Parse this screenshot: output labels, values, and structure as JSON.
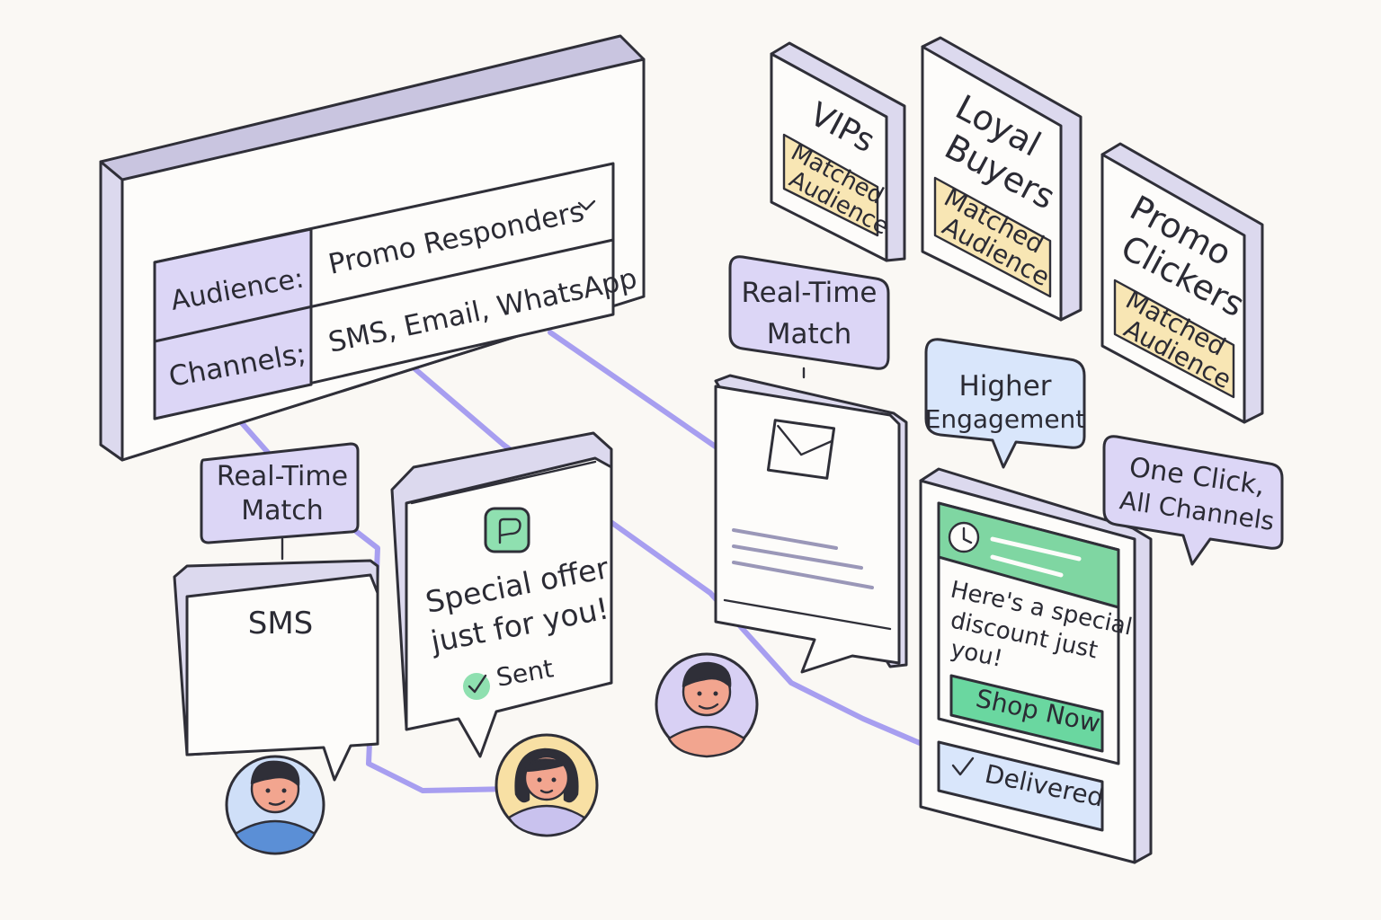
{
  "settings_panel": {
    "audience_label": "Audience:",
    "audience_value": "Promo Responders",
    "dropdown_icon": "chevron-down-icon",
    "channels_label": "Channels;",
    "channels_value": "SMS, Email, WhatsApp"
  },
  "segments": [
    {
      "name_line1": "VIPs",
      "name_line2": "",
      "badge_line1": "Matched",
      "badge_line2": "Audience"
    },
    {
      "name_line1": "Loyal",
      "name_line2": "Buyers",
      "badge_line1": "Matched",
      "badge_line2": "Audience"
    },
    {
      "name_line1": "Promo",
      "name_line2": "Clickers",
      "badge_line1": "Matched",
      "badge_line2": "Audience"
    }
  ],
  "tags": {
    "realtime_left": {
      "line1": "Real-Time",
      "line2": "Match"
    },
    "realtime_center": {
      "line1": "Real-Time",
      "line2": "Match"
    },
    "higher_engagement": {
      "line1": "Higher",
      "line2": "Engagement"
    },
    "one_click": {
      "line1": "One Click,",
      "line2": "All Channels"
    }
  },
  "sms_card": {
    "title": "SMS"
  },
  "whatsapp_card": {
    "icon": "chat-app-icon",
    "message_line1": "Special offer",
    "message_line2": "just for you!",
    "status_icon": "check-circle-icon",
    "status": "Sent"
  },
  "email_card": {
    "icon": "envelope-icon"
  },
  "push_card": {
    "icon": "clock-icon",
    "message_line1": "Here's a special",
    "message_line2": "discount just",
    "message_line3": "you!",
    "cta": "Shop Now",
    "status_icon": "checkmark-icon",
    "status": "Delivered"
  },
  "colors": {
    "connector": "#a79ef0",
    "accent_lavender": "#dcd6f6",
    "accent_green": "#6ad7a0",
    "accent_blue": "#d9e6fb",
    "badge_cream": "#f8e6b4"
  }
}
